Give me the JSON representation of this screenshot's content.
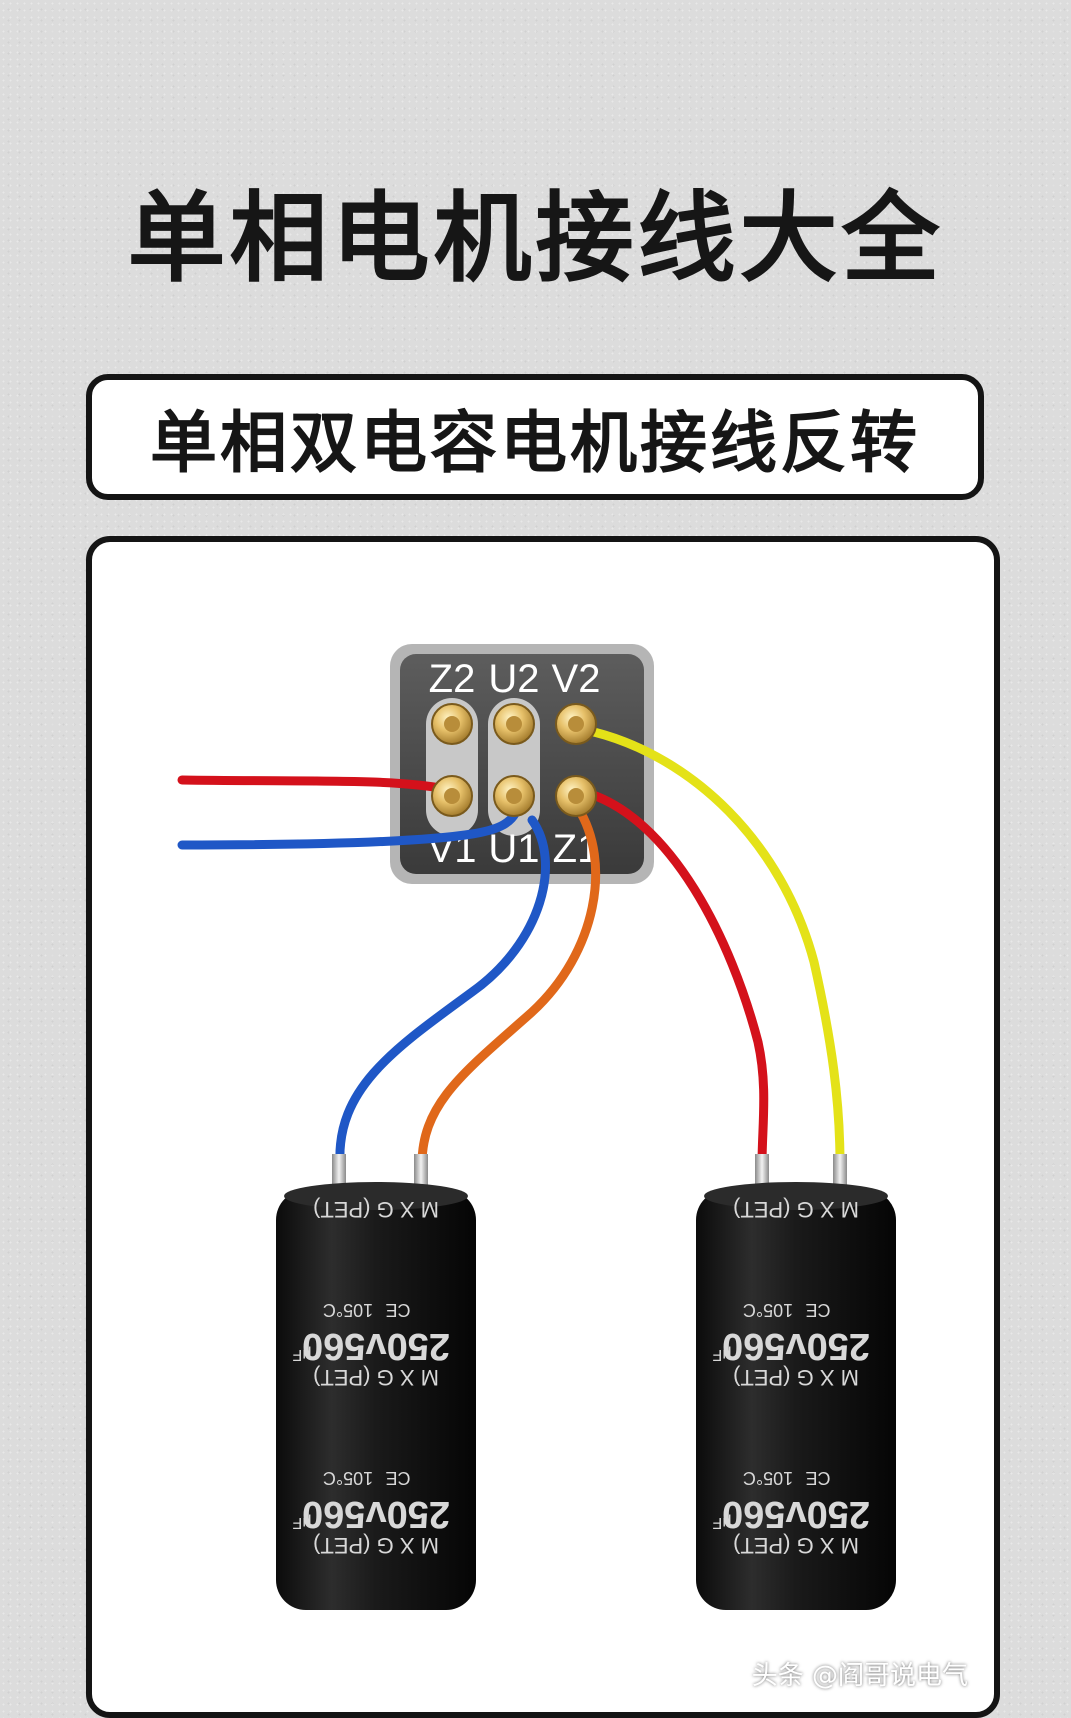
{
  "title": "单相电机接线大全",
  "subtitle": "单相双电容电机接线反转",
  "terminal_block": {
    "top_labels": [
      "Z2",
      "U2",
      "V2"
    ],
    "bottom_labels": [
      "V1",
      "U1",
      "Z1"
    ]
  },
  "wires": [
    {
      "name": "supply-red",
      "color": "#d4111b"
    },
    {
      "name": "supply-blue",
      "color": "#1f57c6"
    },
    {
      "name": "u1-to-capacitor-left",
      "color": "#1f57c6"
    },
    {
      "name": "z1-to-capacitor-left",
      "color": "#e0681a"
    },
    {
      "name": "z1-to-capacitor-right",
      "color": "#d4111b"
    },
    {
      "name": "v2-to-capacitor-right",
      "color": "#e4e218"
    }
  ],
  "capacitor_markings": {
    "rating": "250v560",
    "unit": "μF",
    "series": "M X G (PET)",
    "ce": "CE",
    "temp": "105°C"
  },
  "watermark": "头条 @阎哥说电气"
}
